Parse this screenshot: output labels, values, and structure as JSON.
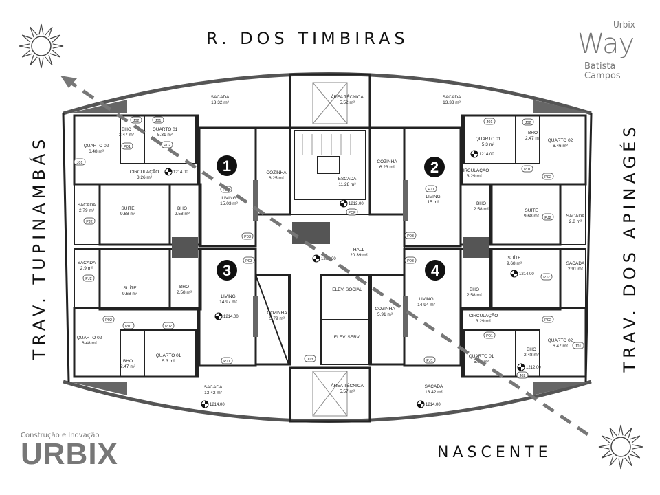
{
  "streets": {
    "top": "R. DOS TIMBIRAS",
    "bottom": "NASCENTE",
    "left": "TRAV. TUPINAMBÁS",
    "right": "TRAV. DOS APINAGÉS"
  },
  "logo_way": {
    "brand": "Urbix",
    "name": "Way",
    "location_line1": "Batista",
    "location_line2": "Campos"
  },
  "logo_urbix": {
    "tagline": "Construção e Inovação",
    "name": "URBIX"
  },
  "icons": {
    "sun": "sun-icon",
    "level": "level-marker-icon",
    "direction": "dashed-arrow-icon"
  },
  "unit_numbers": [
    "1",
    "2",
    "3",
    "4"
  ],
  "rooms": [
    {
      "name": "SACADA",
      "area": "13.32 m²"
    },
    {
      "name": "QUARTO 02",
      "area": "6.48 m²"
    },
    {
      "name": "BHO",
      "area": "2.47 m²"
    },
    {
      "name": "QUARTO 01",
      "area": "5.31 m²"
    },
    {
      "name": "CIRCULAÇÃO",
      "area": "3.26 m²"
    },
    {
      "name": "LIVING",
      "area": "15.03 m²"
    },
    {
      "name": "COZINHA",
      "area": "6.25 m²"
    },
    {
      "name": "SUÍTE",
      "area": "9.68 m²"
    },
    {
      "name": "BHO",
      "area": "2.58 m²"
    },
    {
      "name": "SACADA",
      "area": "2.79 m²"
    },
    {
      "name": "ÁREA TÉCNICA",
      "area": "5.52 m²"
    },
    {
      "name": "ESCADA",
      "area": "11.28 m²"
    },
    {
      "name": "HALL",
      "area": "20.39 m²"
    },
    {
      "name": "ELEV. SOCIAL",
      "area": ""
    },
    {
      "name": "ELEV. SERV.",
      "area": ""
    },
    {
      "name": "ÁREA TÉCNICA",
      "area": "5.57 m²"
    },
    {
      "name": "SACADA",
      "area": "13.33 m²"
    },
    {
      "name": "COZINHA",
      "area": "6.23 m²"
    },
    {
      "name": "LIVING",
      "area": "15 m²"
    },
    {
      "name": "QUARTO 01",
      "area": "5.3 m²"
    },
    {
      "name": "BHO",
      "area": "2.47 m²"
    },
    {
      "name": "QUARTO 02",
      "area": "6.46 m²"
    },
    {
      "name": "CIRCULAÇÃO",
      "area": "3.29 m²"
    },
    {
      "name": "BHO",
      "area": "2.58 m²"
    },
    {
      "name": "SUÍTE",
      "area": "9.68 m²"
    },
    {
      "name": "SACADA",
      "area": "2.8 m²"
    },
    {
      "name": "SACADA",
      "area": "2.9 m²"
    },
    {
      "name": "SUÍTE",
      "area": "9.68 m²"
    },
    {
      "name": "BHO",
      "area": "2.58 m²"
    },
    {
      "name": "LIVING",
      "area": "14.97 m²"
    },
    {
      "name": "COZINHA",
      "area": "5.79 m²"
    },
    {
      "name": "QUARTO 02",
      "area": "6.48 m²"
    },
    {
      "name": "BHO",
      "area": "2.47 m²"
    },
    {
      "name": "QUARTO 01",
      "area": "5.3 m²"
    },
    {
      "name": "SACADA",
      "area": "13.42 m²"
    },
    {
      "name": "LIVING",
      "area": "14.94 m²"
    },
    {
      "name": "COZINHA",
      "area": "5.91 m²"
    },
    {
      "name": "SUÍTE",
      "area": "9.68 m²"
    },
    {
      "name": "SACADA",
      "area": "2.91 m²"
    },
    {
      "name": "BHO",
      "area": "2.58 m²"
    },
    {
      "name": "CIRCULAÇÃO",
      "area": "3.29 m²"
    },
    {
      "name": "QUARTO 01",
      "area": "5.31 m²"
    },
    {
      "name": "BHO",
      "area": "2.48 m²"
    },
    {
      "name": "QUARTO 02",
      "area": "6.47 m²"
    },
    {
      "name": "SACADA",
      "area": "13.42 m²"
    }
  ],
  "levels": [
    "1214.00",
    "1212.00",
    "1214.00",
    "1214.00",
    "1214.00",
    "1214.00",
    "1214.00",
    "1214.00",
    "1212.00"
  ],
  "frame_tags": [
    "J01",
    "J02",
    "P01",
    "P02",
    "PJ1",
    "PJ2",
    "P03",
    "PCF",
    "J03"
  ]
}
